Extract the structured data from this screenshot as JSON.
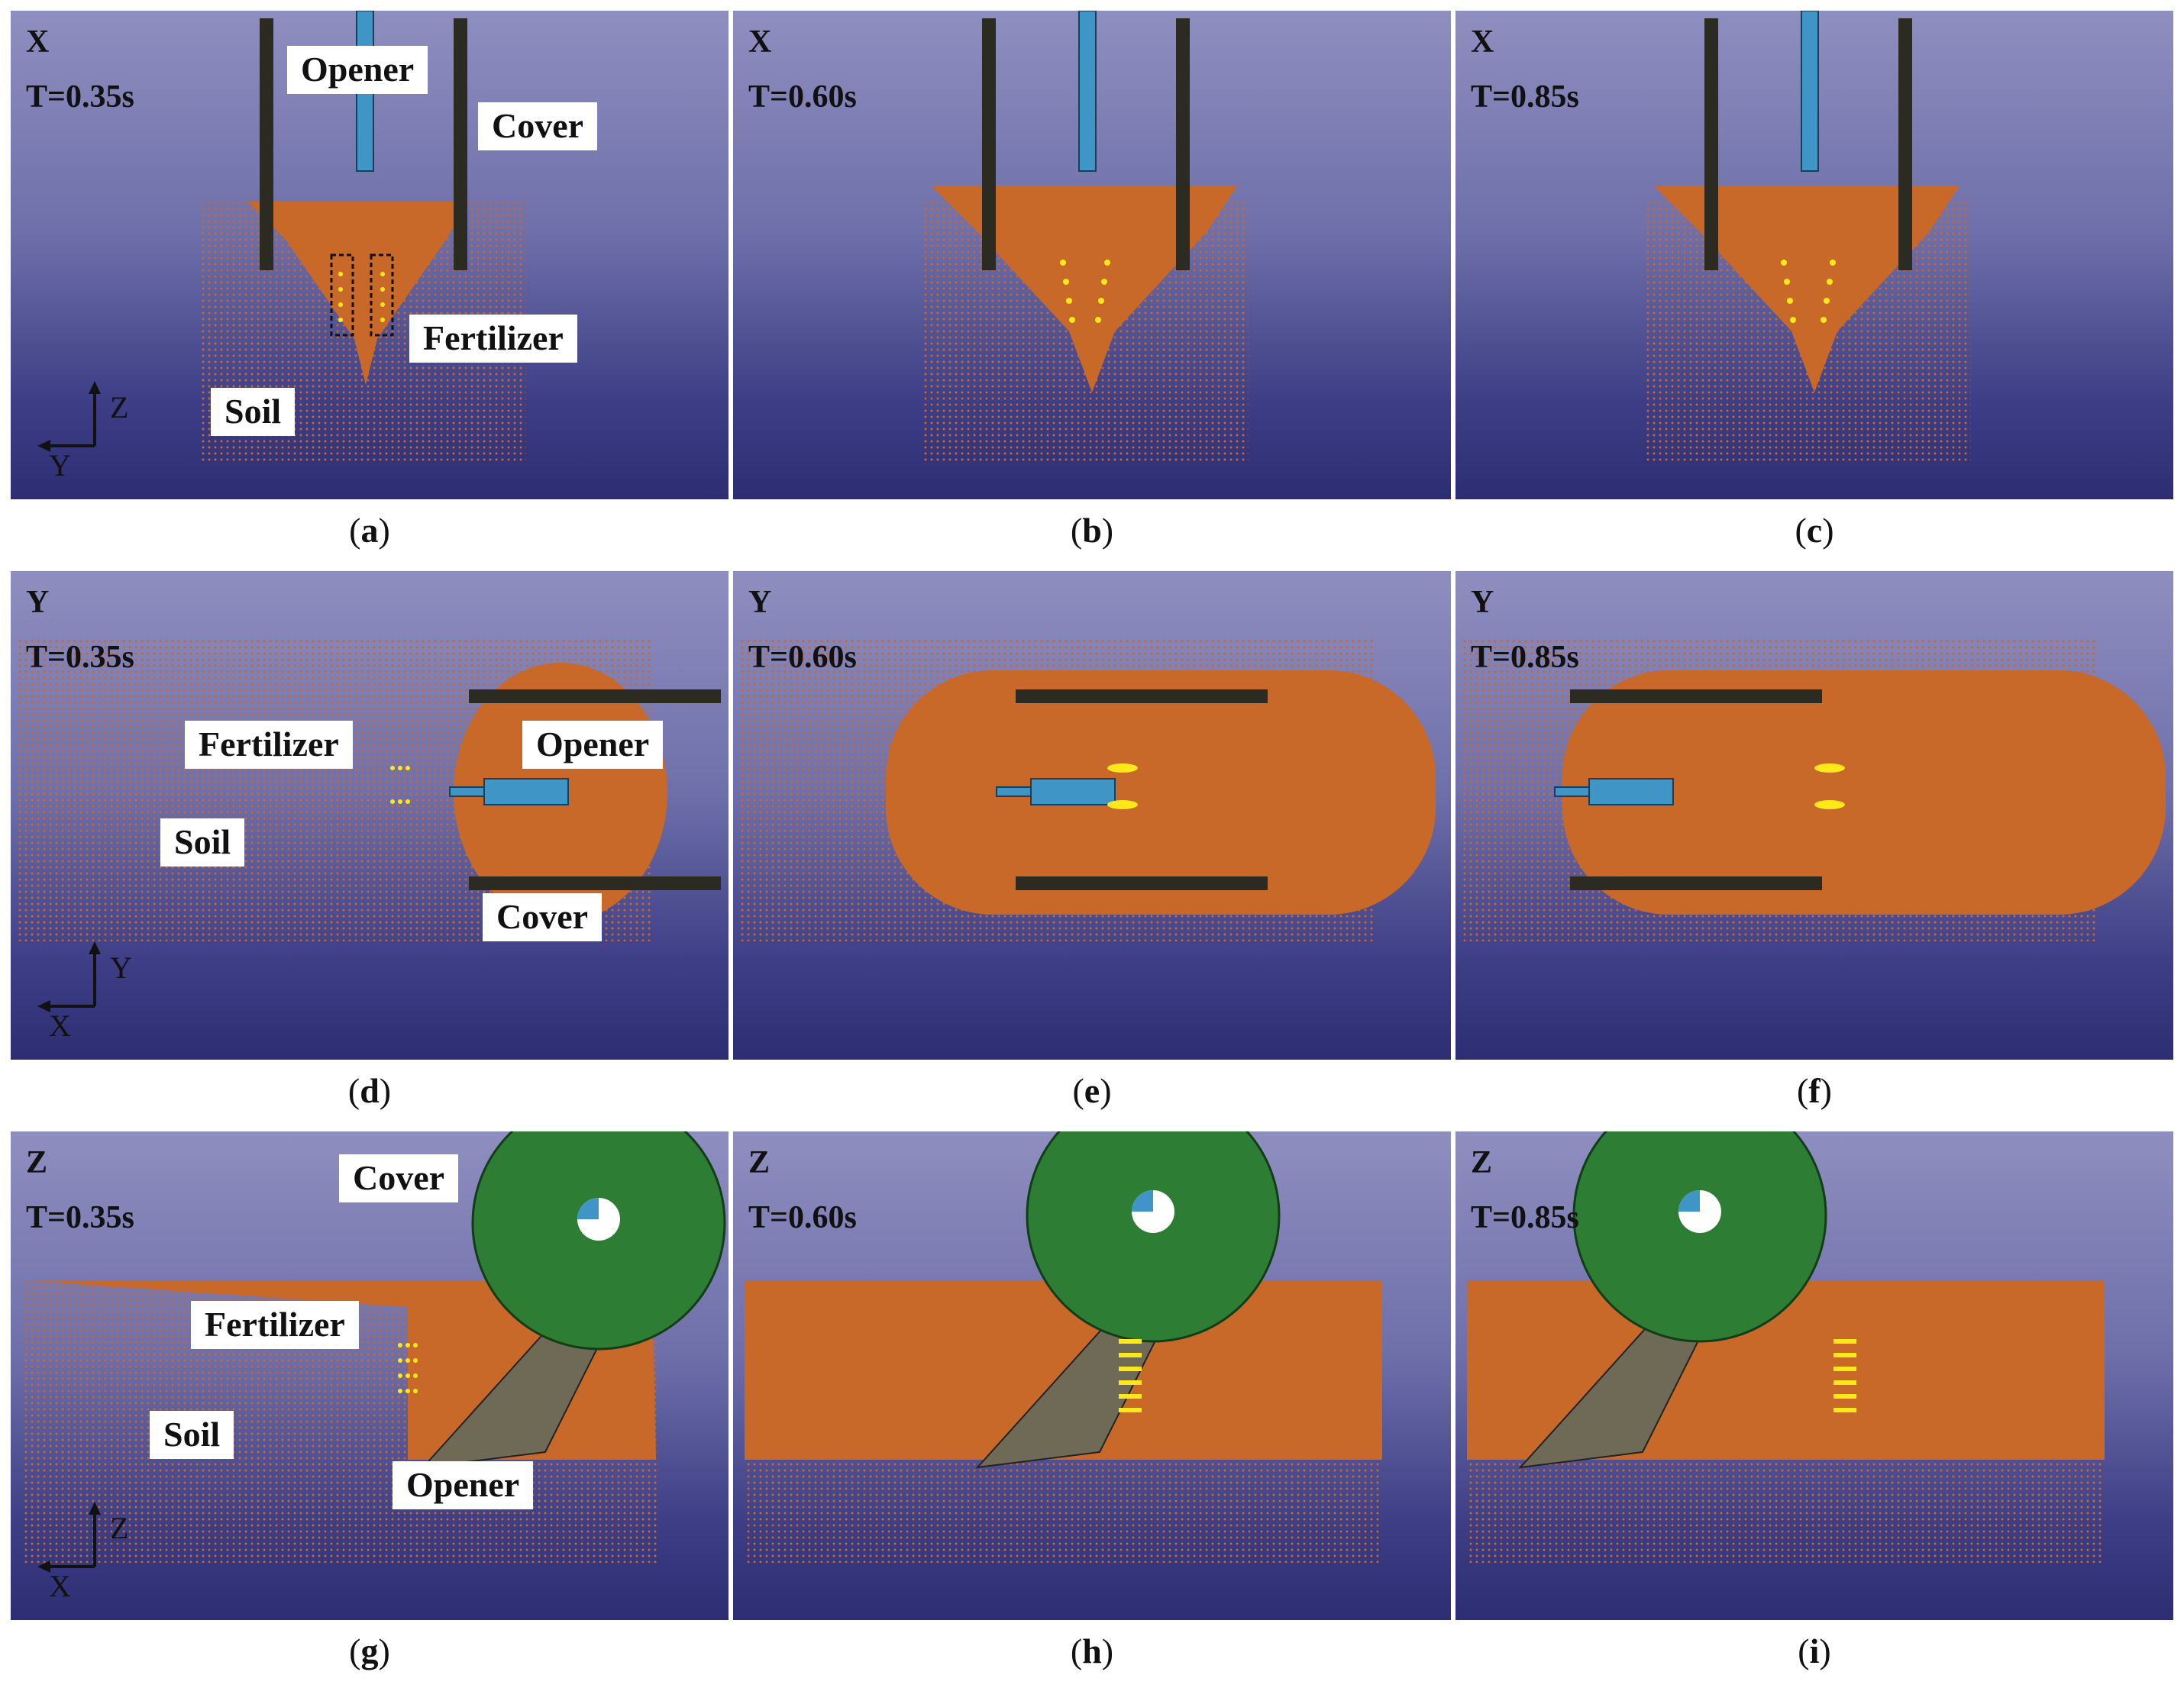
{
  "colors": {
    "soil": "#c8692a",
    "fertilizer": "#ffe81a",
    "opener_shaft": "#3e95c6",
    "cover_disc": "#2e7d34",
    "cover_blade": "#2b2b22",
    "background_top": "#8e8ec0",
    "background_bottom": "#2d2d73"
  },
  "panels": [
    {
      "id": "a",
      "view": "X",
      "time": "T=0.35s",
      "caption_letter": "a",
      "tags": {
        "opener": "Opener",
        "cover": "Cover",
        "fertilizer": "Fertilizer",
        "soil": "Soil"
      },
      "axes": {
        "up": "Z",
        "cross": "Y"
      }
    },
    {
      "id": "b",
      "view": "X",
      "time": "T=0.60s",
      "caption_letter": "b"
    },
    {
      "id": "c",
      "view": "X",
      "time": "T=0.85s",
      "caption_letter": "c"
    },
    {
      "id": "d",
      "view": "Y",
      "time": "T=0.35s",
      "caption_letter": "d",
      "tags": {
        "fertilizer": "Fertilizer",
        "opener": "Opener",
        "soil": "Soil",
        "cover": "Cover"
      },
      "axes": {
        "up": "Y",
        "cross": "X"
      }
    },
    {
      "id": "e",
      "view": "Y",
      "time": "T=0.60s",
      "caption_letter": "e"
    },
    {
      "id": "f",
      "view": "Y",
      "time": "T=0.85s",
      "caption_letter": "f"
    },
    {
      "id": "g",
      "view": "Z",
      "time": "T=0.35s",
      "caption_letter": "g",
      "tags": {
        "cover": "Cover",
        "fertilizer": "Fertilizer",
        "soil": "Soil",
        "opener": "Opener"
      },
      "axes": {
        "up": "Z",
        "cross": "X"
      }
    },
    {
      "id": "h",
      "view": "Z",
      "time": "T=0.60s",
      "caption_letter": "h"
    },
    {
      "id": "i",
      "view": "Z",
      "time": "T=0.85s",
      "caption_letter": "i"
    }
  ]
}
